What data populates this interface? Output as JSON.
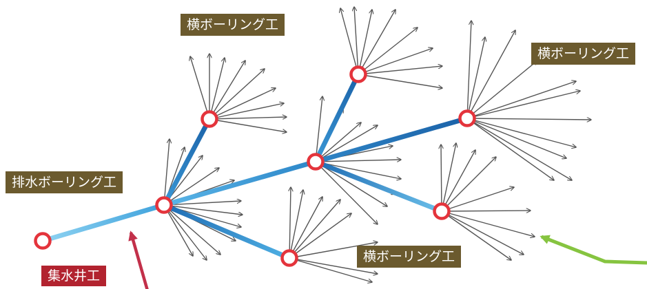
{
  "labels": {
    "horizontal_boring_1": "横ボーリング工",
    "horizontal_boring_2": "横ボーリング工",
    "horizontal_boring_3": "横ボーリング工",
    "drainage_boring": "排水ボーリング工",
    "collecting_well": "集水井工"
  },
  "colors": {
    "arrow": "#555555",
    "pipe_dark": "#1f6cb3",
    "pipe_light": "#6cc0ea",
    "node_ring": "#e4343c",
    "label_brown": "#6b5a2e",
    "label_red": "#b2232f",
    "pointer_red": "#c2304a",
    "pointer_green": "#86c440"
  }
}
